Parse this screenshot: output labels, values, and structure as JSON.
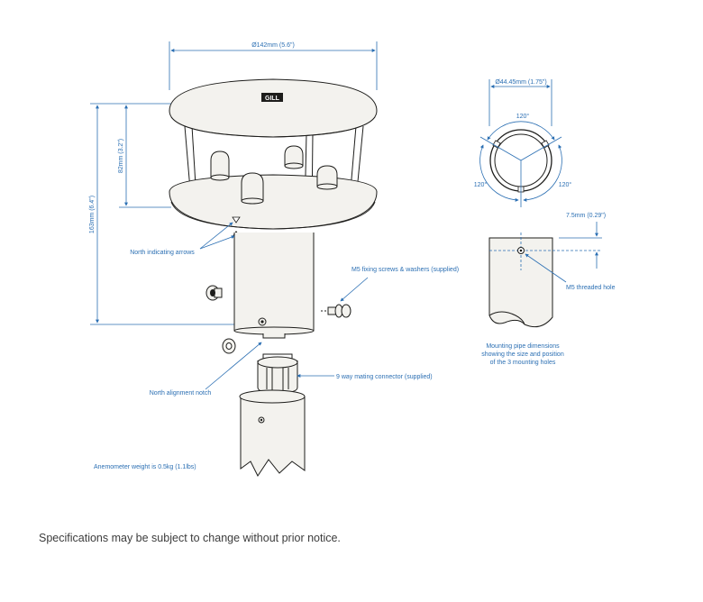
{
  "dimensions": {
    "overall_diameter": "Ø142mm (5.6\")",
    "overall_height": "163mm (6.4\")",
    "head_height": "82mm (3.2\")",
    "pipe_diameter": "Ø44.45mm (1.75\")",
    "hole_angle_top": "120°",
    "hole_angle_left": "120°",
    "hole_angle_right": "120°",
    "hole_offset": "7.5mm (0.29\")"
  },
  "callouts": {
    "north_arrows": "North indicating arrows",
    "fixing_screws": "M5 fixing screws & washers (supplied)",
    "mating_connector": "9 way mating connector (supplied)",
    "alignment_notch": "North alignment notch",
    "weight": "Anemometer weight is 0.5kg (1.1lbs)",
    "threaded_hole": "M5 threaded hole"
  },
  "pipe_caption": {
    "line1": "Mounting pipe dimensions",
    "line2": "showing the size and position",
    "line3": "of the 3 mounting holes"
  },
  "logo_text": "GILL",
  "footer": "Specifications may be subject to change without prior notice.",
  "colors": {
    "ink": "#1d1d1b",
    "dimension_blue": "#2b6fb3",
    "body_fill": "#f3f2ee"
  }
}
